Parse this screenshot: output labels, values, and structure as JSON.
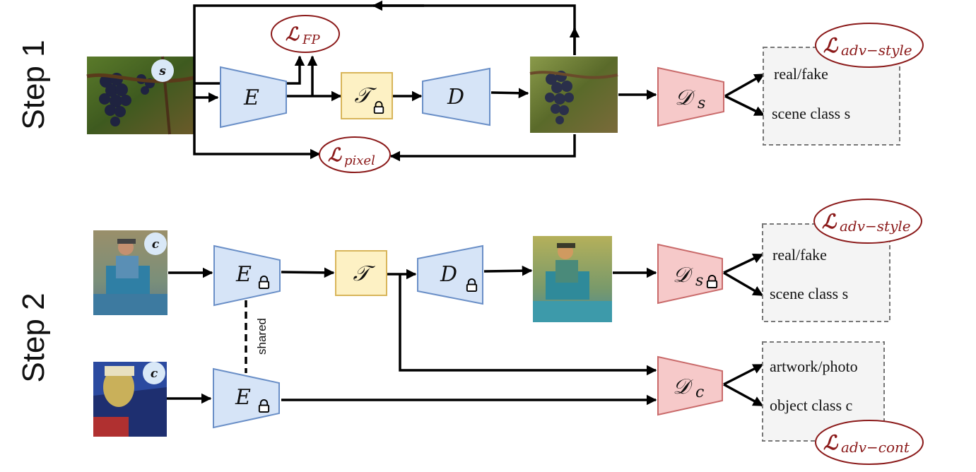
{
  "steps": {
    "step1": "Step 1",
    "step2": "Step 2"
  },
  "step1": {
    "input_badge": "s",
    "encoder": "E",
    "transformer": "𝒯",
    "decoder": "D",
    "discriminator": "𝒟",
    "discriminator_sub": "s",
    "loss_fp": {
      "main": "ℒ",
      "sub": "FP"
    },
    "loss_pixel": {
      "main": "ℒ",
      "sub": "pixel"
    },
    "loss_adv_style": {
      "main": "ℒ",
      "sub": "adv−style"
    },
    "outputs": [
      "real/fake",
      "scene  class s"
    ]
  },
  "step2": {
    "input_top_badge": "c",
    "input_bottom_badge": "c",
    "encoder_top": "E",
    "encoder_bottom": "E",
    "shared_label": "shared",
    "transformer": "𝒯",
    "decoder": "D",
    "discriminator_s": "𝒟",
    "discriminator_s_sub": "s",
    "discriminator_c": "𝒟",
    "discriminator_c_sub": "c",
    "loss_adv_style": {
      "main": "ℒ",
      "sub": "adv−style"
    },
    "loss_adv_cont": {
      "main": "ℒ",
      "sub": "adv−cont"
    },
    "outputs_style": [
      "real/fake",
      "scene  class s"
    ],
    "outputs_content": [
      "artwork/photo",
      "object  class c"
    ]
  },
  "colors": {
    "encoder_fill": "#d6e4f7",
    "encoder_stroke": "#6a8fc7",
    "transformer_fill": "#fdf1c4",
    "transformer_stroke": "#d8b55a",
    "disc_fill": "#f6c9c9",
    "disc_stroke": "#c96a6a",
    "loss_stroke": "#8b1a1a",
    "output_box_fill": "#f4f4f4",
    "output_box_stroke": "#777777"
  },
  "icons": {
    "lock": "lock-icon"
  }
}
